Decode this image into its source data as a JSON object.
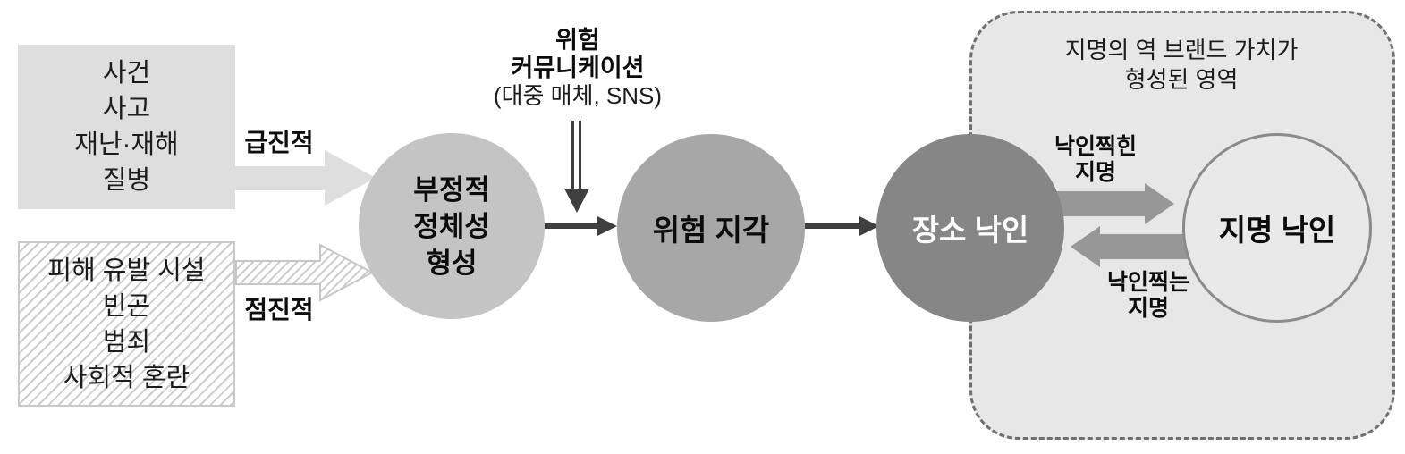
{
  "diagram": {
    "title_hint": "place-stigma-formation-flow",
    "source_boxes": {
      "events": {
        "lines": [
          "사건",
          "사고",
          "재난·재해",
          "질병"
        ]
      },
      "facilities": {
        "lines": [
          "피해 유발 시설",
          "빈곤",
          "범죄",
          "사회적 혼란"
        ]
      }
    },
    "path_labels": {
      "rapid": "급진적",
      "gradual": "점진적"
    },
    "risk_communication": {
      "line1": "위험",
      "line2": "커뮤니케이션",
      "line3": "(대중 매체, SNS)"
    },
    "nodes": {
      "negative_identity": {
        "lines": [
          "부정적",
          "정체성",
          "형성"
        ]
      },
      "risk_perception": {
        "label": "위험 지각"
      },
      "place_stigma": {
        "label": "장소 낙인"
      },
      "name_stigma": {
        "label": "지명 낙인"
      }
    },
    "region": {
      "label_line1": "지명의 역 브랜드 가치가",
      "label_line2": "형성된 영역"
    },
    "exchange": {
      "to_name": {
        "line1": "낙인찍힌",
        "line2": "지명"
      },
      "from_name": {
        "line1": "낙인찍는",
        "line2": "지명"
      }
    },
    "colors": {
      "source_box_fill": "#dedede",
      "hatch_stripe": "#cccccc",
      "hatch_border": "#c9c9c9",
      "node_identity_fill": "#c4c4c4",
      "node_perception_fill": "#a7a7a7",
      "node_place_stigma_fill": "#868686",
      "node_name_stigma_fill": "#e9e9e9",
      "node_name_stigma_stroke": "#8b8b8b",
      "thin_arrow": "#3f3f3f",
      "thick_arrow": "#979797",
      "dashed_region_fill": "#e7e7e7",
      "dashed_region_border": "#6f6f6f"
    }
  }
}
